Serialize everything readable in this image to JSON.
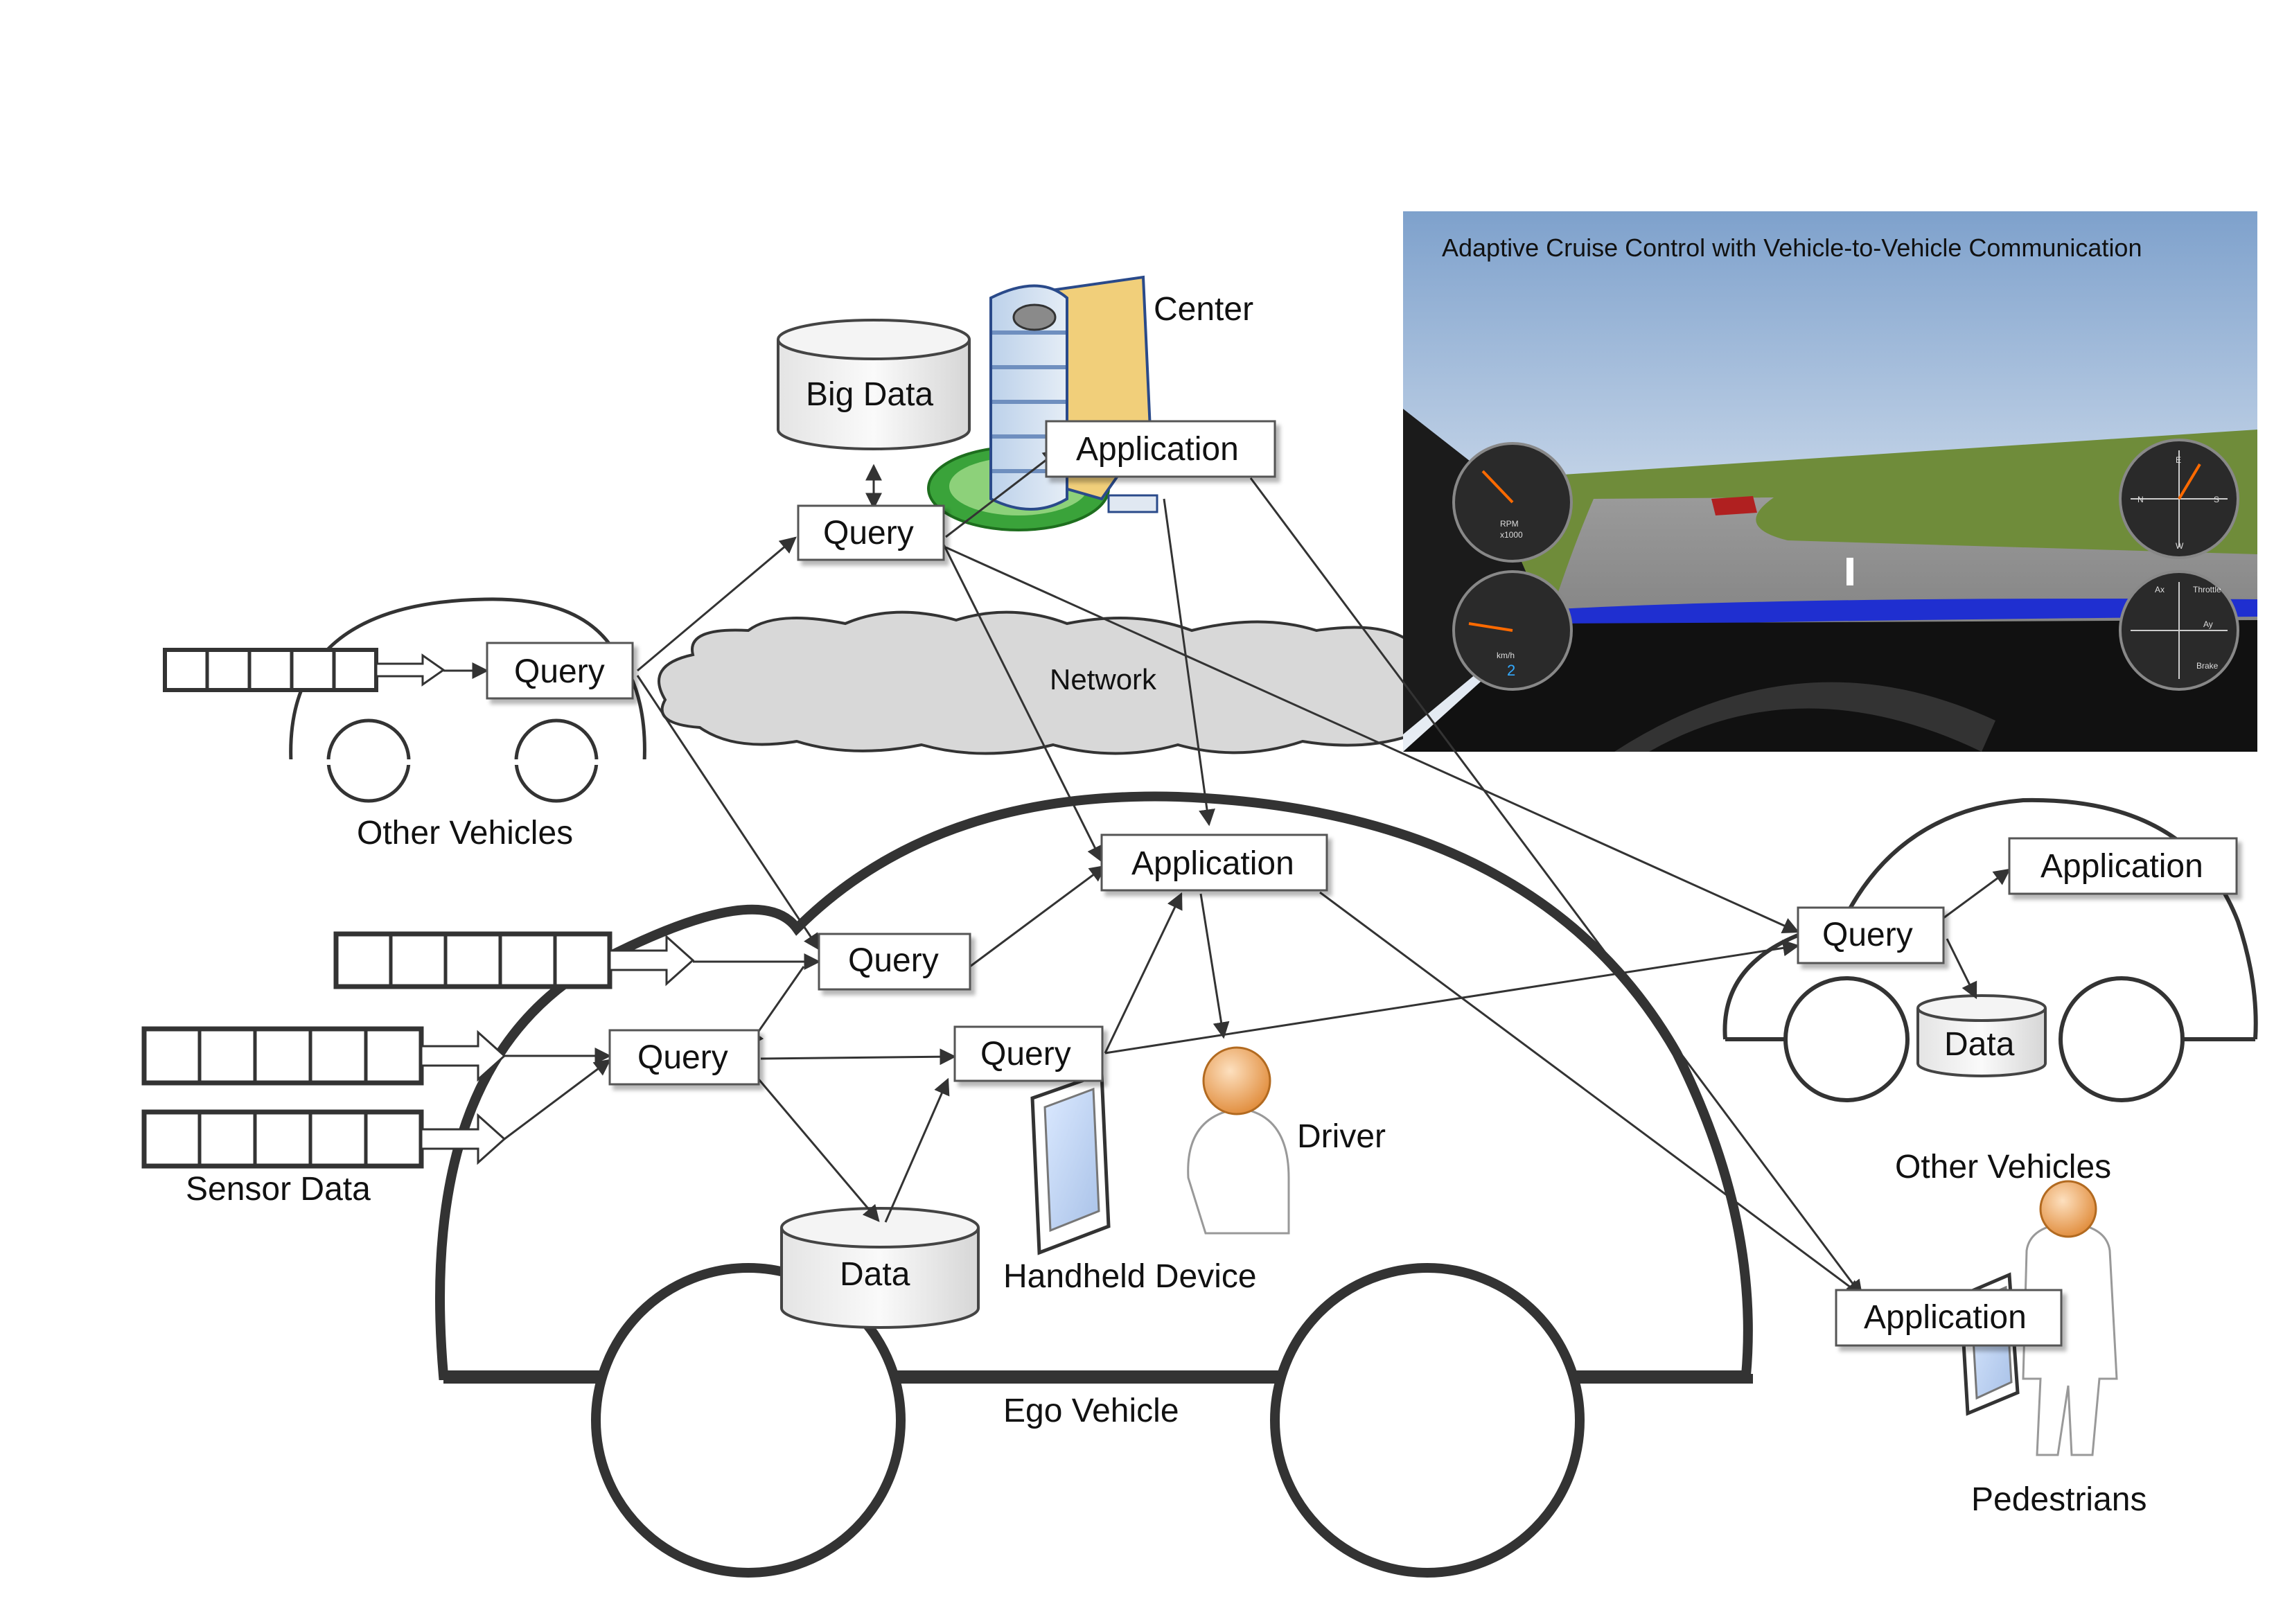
{
  "labels": {
    "center": "Center",
    "big_data": "Big Data",
    "network": "Network",
    "other_vehicles_left": "Other Vehicles",
    "other_vehicles_right": "Other Vehicles",
    "sensor_data": "Sensor Data",
    "driver": "Driver",
    "handheld_device": "Handheld Device",
    "ego_vehicle": "Ego Vehicle",
    "pedestrians": "Pedestrians",
    "data": "Data",
    "data_right": "Data"
  },
  "nodes": {
    "query_center": "Query",
    "application_center": "Application",
    "query_other": "Query",
    "query_ego_top": "Query",
    "query_ego_sensor": "Query",
    "query_ego_handheld": "Query",
    "application_ego": "Application",
    "query_right": "Query",
    "application_right": "Application",
    "application_pedestrian": "Application"
  },
  "simulation": {
    "caption": "Adaptive Cruise Control with Vehicle-to-Vehicle Communication",
    "gauges": {
      "rpm_unit": "RPM",
      "rpm_scale": "x1000",
      "speed_unit": "km/h",
      "speed_readout": "2",
      "compass_n": "N",
      "compass_e": "E",
      "compass_s": "S",
      "compass_w": "W",
      "ax": "Ax",
      "ay": "Ay",
      "throttle": "Throttle",
      "brake": "Brake"
    }
  },
  "colors": {
    "line": "#222222",
    "box_border": "#444444",
    "cloud_fill": "#d8d8d8",
    "sky": "#c8d8ec",
    "grass": "#6e8c3a",
    "road": "#8f8f8f",
    "dash": "#222222",
    "car_hood": "#1f2fd0",
    "person_head": "#f0a050"
  }
}
